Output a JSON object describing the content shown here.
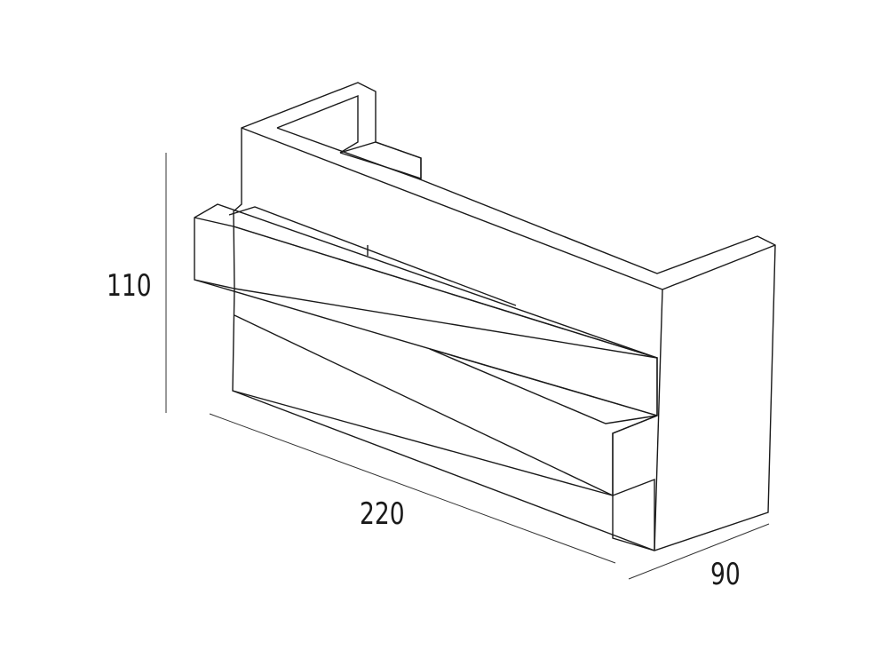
{
  "dimensions": {
    "height": "110",
    "width": "220",
    "depth": "90"
  },
  "colors": {
    "line": "#1a1a1a",
    "background": "#ffffff"
  }
}
